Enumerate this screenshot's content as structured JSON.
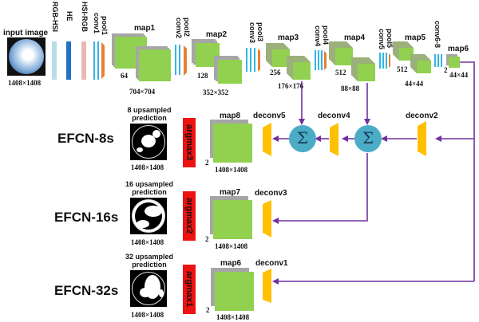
{
  "diagram": {
    "title": "EFCN architecture",
    "input": {
      "label": "input image",
      "size": "1408×1408"
    },
    "preprocessing": [
      {
        "label": "RGB-HSI",
        "color": "#b7dde8"
      },
      {
        "label": "HE",
        "color": "#1f72c4"
      },
      {
        "label": "HSI-RGB",
        "color": "#e6b8b7"
      }
    ],
    "layers": [
      {
        "conv": "conv1",
        "pool": "pool1"
      },
      {
        "conv": "conv2",
        "pool": "pool2"
      },
      {
        "conv": "conv3",
        "pool": "pool3"
      },
      {
        "conv": "conv4",
        "pool": "pool4"
      },
      {
        "conv": "conv5",
        "pool": "pool5"
      },
      {
        "conv": "conv6-8",
        "pool": ""
      }
    ],
    "maps": [
      {
        "label": "map1",
        "channels": "64",
        "size": "704×704"
      },
      {
        "label": "map2",
        "channels": "128",
        "size": "352×352"
      },
      {
        "label": "map3",
        "channels": "256",
        "size": "176×176"
      },
      {
        "label": "map4",
        "channels": "512",
        "size": "88×88"
      },
      {
        "label": "map5",
        "channels": "512",
        "size": "44×44"
      },
      {
        "label": "map6",
        "channels": "2",
        "size": "44×44"
      }
    ],
    "deconv": {
      "deconv1": "deconv1",
      "deconv2": "deconv2",
      "deconv3": "deconv3",
      "deconv4": "deconv4",
      "deconv5": "deconv5"
    },
    "sum_symbol": "Σ",
    "branches": [
      {
        "model": "EFCN-8s",
        "pred_line1": "8 upsampled",
        "pred_line2": "prediction",
        "pred_size": "1408×1408",
        "argmax": "argmax3",
        "map": "map8",
        "channels": "2",
        "map_size": "1408×1408"
      },
      {
        "model": "EFCN-16s",
        "pred_line1": "16 upsampled",
        "pred_line2": "prediction",
        "pred_size": "1408×1408",
        "argmax": "argmax2",
        "map": "map7",
        "channels": "2",
        "map_size": "1408×1408"
      },
      {
        "model": "EFCN-32s",
        "pred_line1": "32 upsampled",
        "pred_line2": "prediction",
        "pred_size": "1408×1408",
        "argmax": "argmax1",
        "map": "map6",
        "channels": "2",
        "map_size": "1408×1408"
      }
    ],
    "colors": {
      "conv": "#33b5e5",
      "pool": "#ed7d31",
      "feature_map": "#92d050",
      "feature_map_shadow": "#a6a6a6",
      "deconv": "#ffc000",
      "sum_node": "#4bacc6",
      "arrow": "#7030a0",
      "argmax": "#ee1111"
    }
  }
}
